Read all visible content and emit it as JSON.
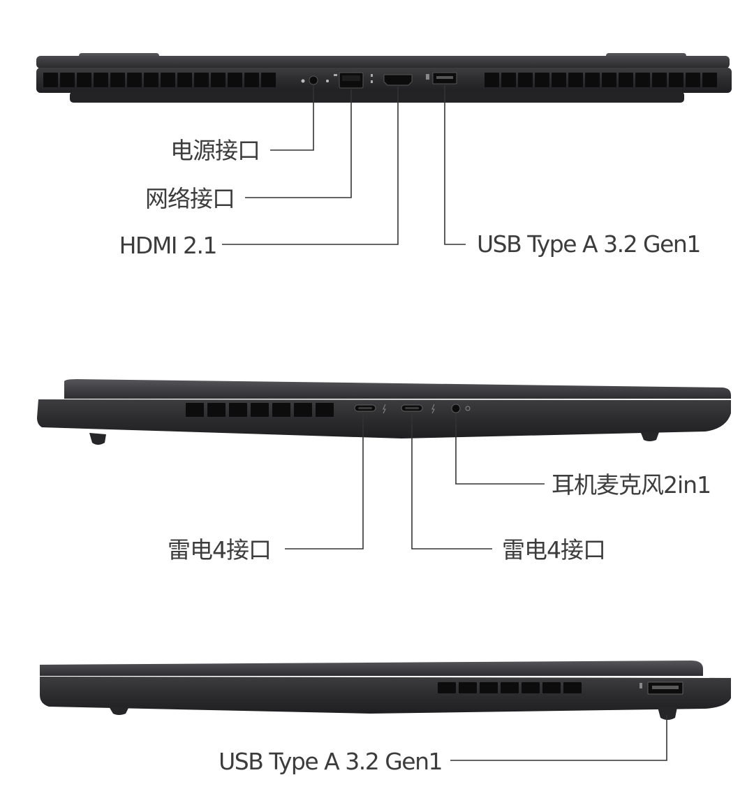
{
  "views": [
    {
      "name": "rear-view",
      "labels": {
        "power": "电源接口",
        "network": "网络接口",
        "hdmi": "HDMI 2.1",
        "usb_a": "USB Type A 3.2 Gen1"
      }
    },
    {
      "name": "left-side-view",
      "labels": {
        "thunderbolt_1": "雷电4接口",
        "thunderbolt_2": "雷电4接口",
        "audio": "耳机麦克风2in1"
      }
    },
    {
      "name": "right-side-view",
      "labels": {
        "usb_a": "USB Type A 3.2 Gen1"
      }
    }
  ],
  "colors": {
    "chassis_dark": "#2a2a2c",
    "chassis_mid": "#3a3a3d",
    "chassis_edge": "#4a4a4e",
    "vent": "#0c0c0c",
    "label_text": "#3c3c3c",
    "leader_line": "#333333"
  },
  "icons": [
    "power-port-icon",
    "ethernet-port-icon",
    "hdmi-port-icon",
    "usb-a-port-icon",
    "thunderbolt-port-icon",
    "audio-jack-icon"
  ]
}
